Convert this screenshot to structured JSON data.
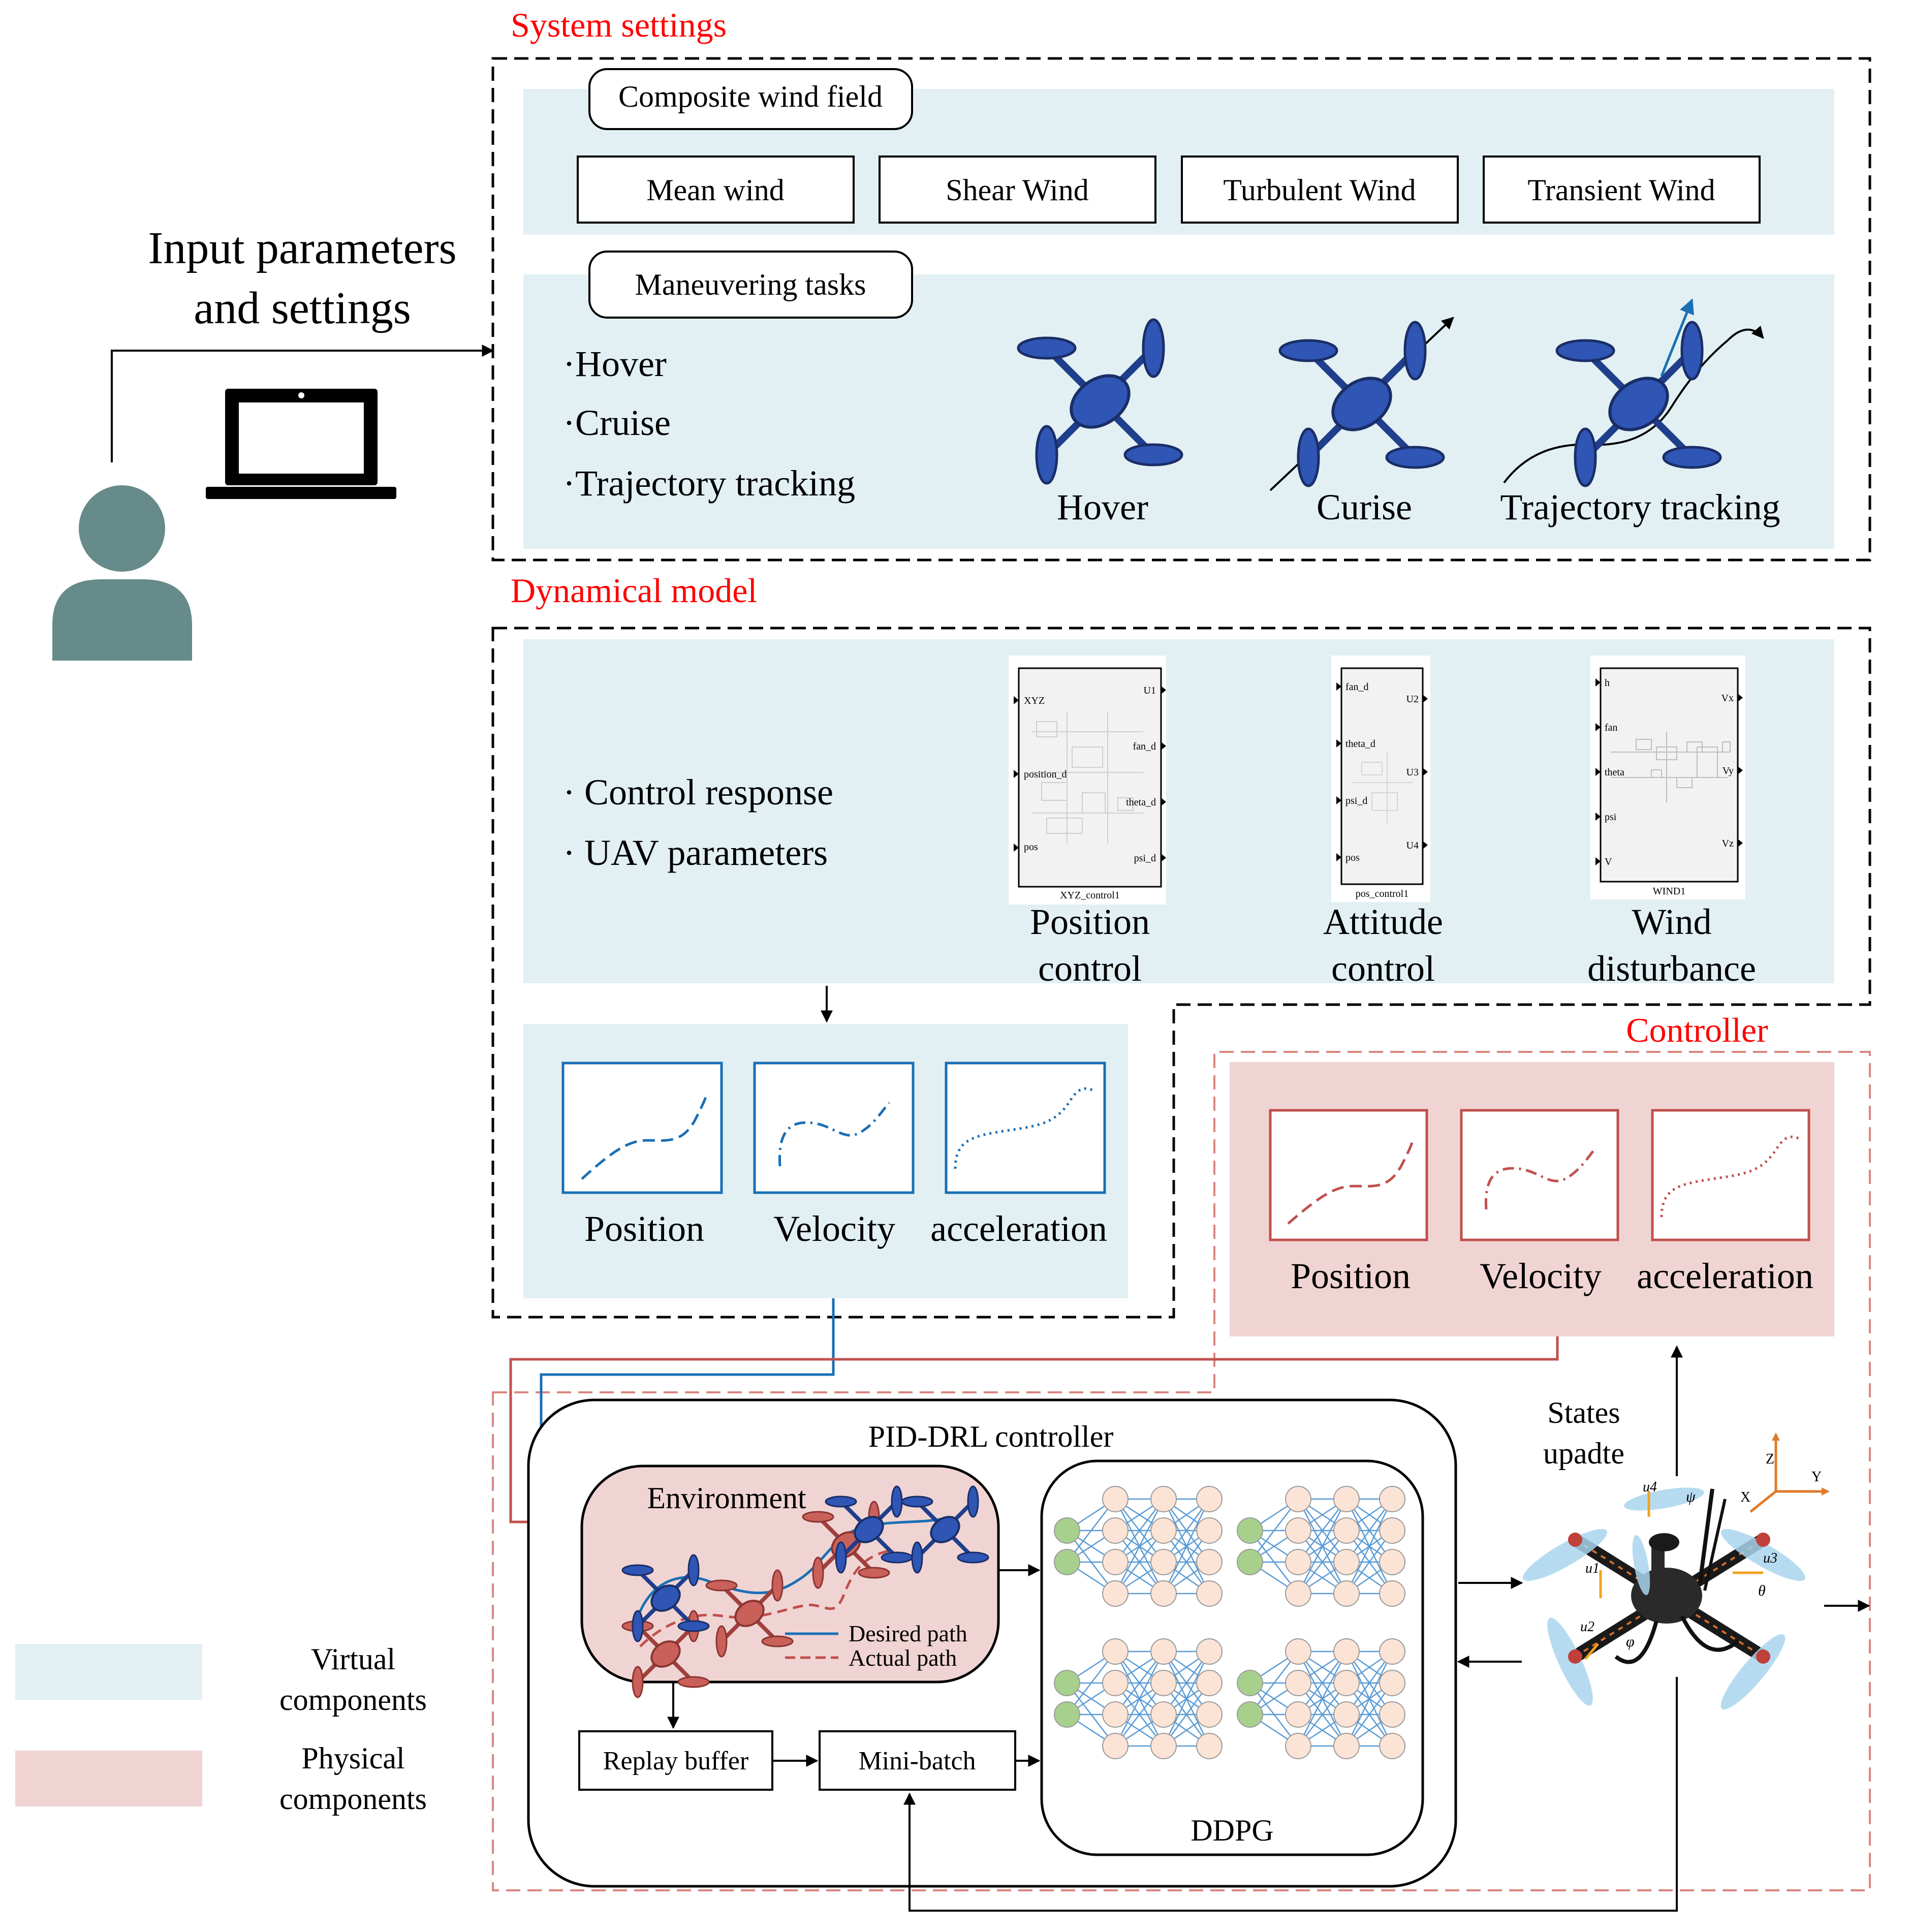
{
  "colors": {
    "virtual_fill": "#E2F0F4",
    "physical_fill": "#F0D4D3",
    "section_title": "#FF0000",
    "blue_line": "#1A6FB5",
    "red_line": "#C0504D",
    "person": "#678A8A",
    "drone_blue": "#2F55B5",
    "drone_red": "#C9605A",
    "nn_input": "#A8D08D",
    "nn_hidden": "#FBE3D6",
    "nn_edge": "#5B9BD5"
  },
  "user": {
    "label_line1": "Input parameters",
    "label_line2": "and settings"
  },
  "system_settings": {
    "title": "System settings",
    "wind": {
      "header": "Composite wind field",
      "types": [
        "Mean wind",
        "Shear Wind",
        "Turbulent Wind",
        "Transient Wind"
      ]
    },
    "tasks": {
      "header": "Maneuvering tasks",
      "bullets": [
        "·Hover",
        "·Cruise",
        "·Trajectory tracking"
      ],
      "drone_labels": [
        "Hover",
        "Curise",
        "Trajectory tracking"
      ]
    }
  },
  "dynamical_model": {
    "title": "Dynamical model",
    "bullets": [
      "·  Control response",
      "·  UAV parameters"
    ],
    "blocks": [
      {
        "name": "XYZ_control1",
        "inputs": [
          "XYZ",
          "position_d",
          "pos"
        ],
        "outputs": [
          "U1",
          "fan_d",
          "theta_d",
          "psi_d"
        ],
        "label_line1": "Position",
        "label_line2": "control"
      },
      {
        "name": "pos_control1",
        "inputs": [
          "fan_d",
          "theta_d",
          "psi_d",
          "pos"
        ],
        "outputs": [
          "U2",
          "U3",
          "U4"
        ],
        "label_line1": "Attitude",
        "label_line2": "control"
      },
      {
        "name": "WIND1",
        "inputs": [
          "h",
          "fan",
          "theta",
          "psi",
          "V"
        ],
        "outputs": [
          "Vx",
          "Vy",
          "Vz"
        ],
        "label_line1": "Wind",
        "label_line2": "disturbance"
      }
    ],
    "plots": [
      "Position",
      "Velocity",
      "acceleration"
    ]
  },
  "controller": {
    "title": "Controller",
    "plots": [
      "Position",
      "Velocity",
      "acceleration"
    ]
  },
  "pid_drl": {
    "title": "PID-DRL controller",
    "environment": "Environment",
    "legend_desired": "Desired path",
    "legend_actual": "Actual path",
    "replay_buffer": "Replay buffer",
    "mini_batch": "Mini-batch",
    "ddpg": "DDPG"
  },
  "states_update": {
    "line1": "States",
    "line2": "upadte"
  },
  "uav_axes": {
    "z": "Z",
    "y": "Y",
    "x": "X",
    "u1": "u1",
    "u2": "u2",
    "u3": "u3",
    "u4": "u4",
    "psi": "ψ",
    "theta": "θ",
    "phi": "φ"
  },
  "legend": {
    "virtual_line1": "Virtual",
    "virtual_line2": "components",
    "physical_line1": "Physical",
    "physical_line2": "components"
  }
}
